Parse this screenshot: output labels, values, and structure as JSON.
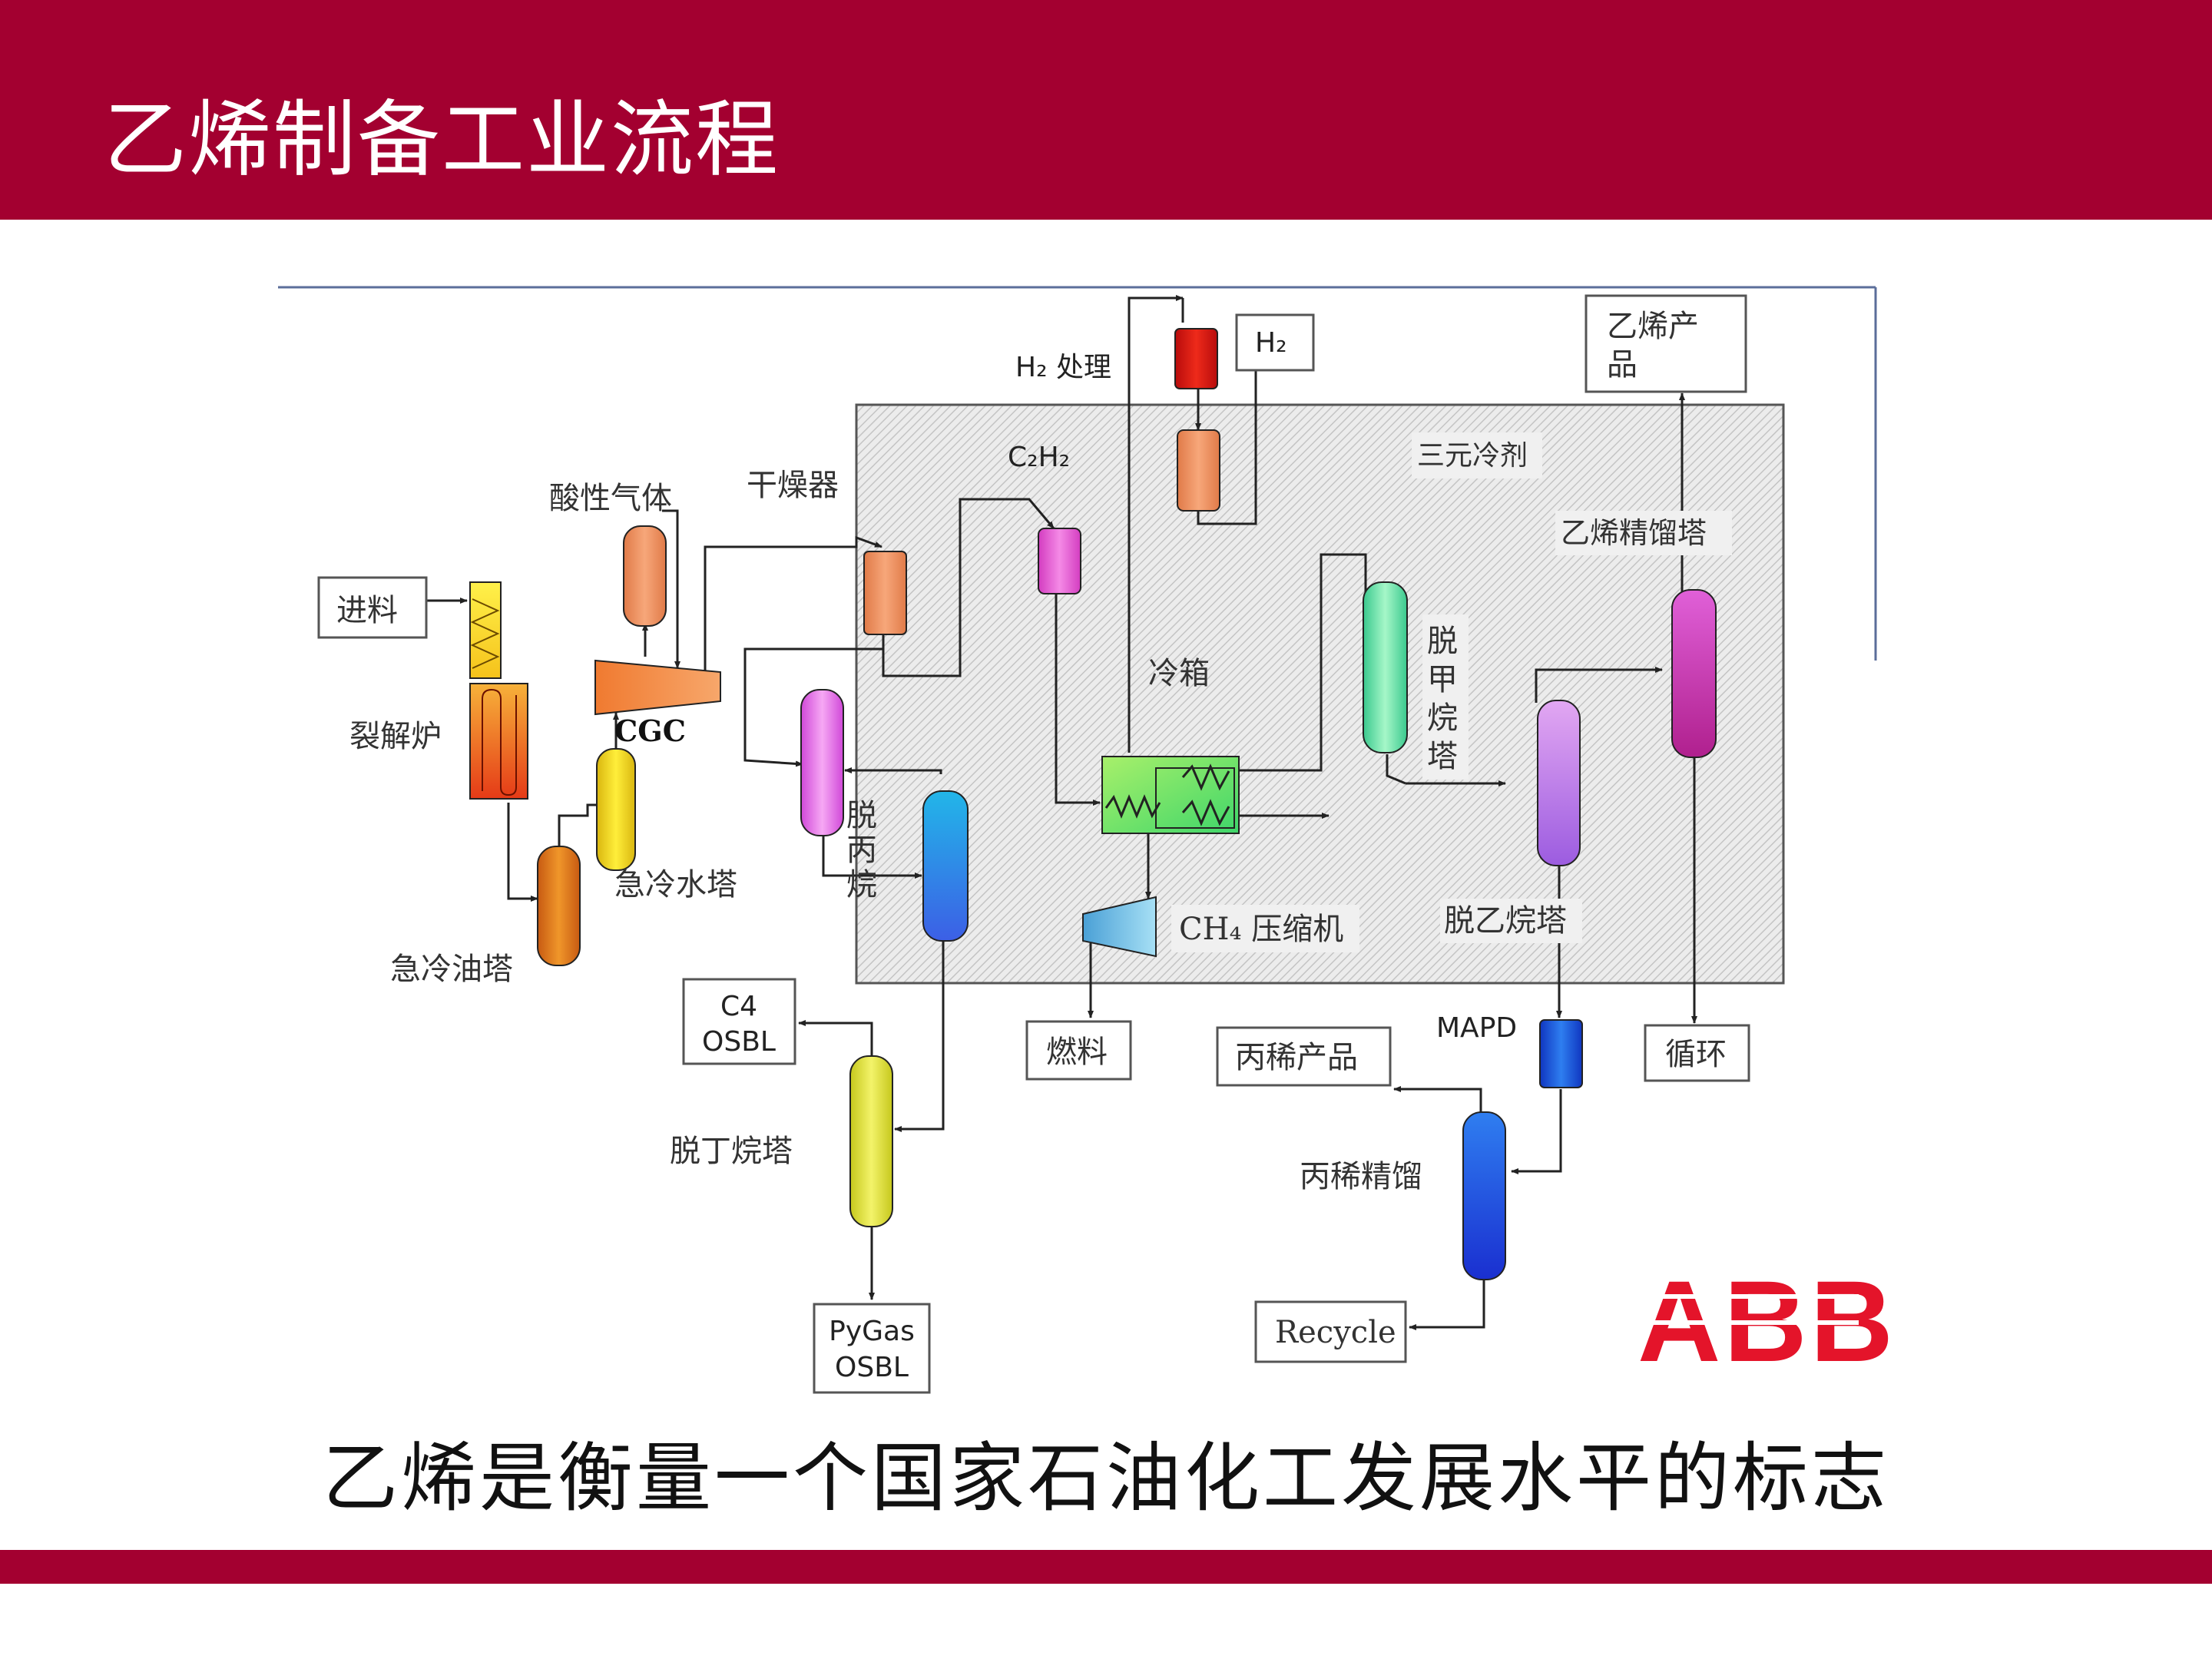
{
  "title": "乙烯制备工业流程",
  "caption": "乙烯是衡量一个国家石油化工发展水平的标志",
  "colors": {
    "brand": "#a30030",
    "coldbox_fill": "#e2e2e2",
    "abb_red": "#e4142a"
  },
  "logo": "ABB",
  "diagram": {
    "feed": "进料",
    "cracking_furnace": "裂解炉",
    "quench_oil_tower": "急冷油塔",
    "quench_water_tower": "急冷水塔",
    "acid_gas": "酸性气体",
    "cgc": "CGC",
    "dryer": "干燥器",
    "depropanizer": [
      "脱",
      "丙",
      "烷"
    ],
    "h2_treatment": "H₂ 处理",
    "h2": "H₂",
    "c2h2": "C₂H₂",
    "cold_box": "冷箱",
    "ternary_refrigerant": "三元冷剂",
    "ethylene_product": [
      "乙烯产",
      "品"
    ],
    "ethylene_fractionator": "乙烯精馏塔",
    "demethanizer": [
      "脱",
      "甲",
      "烷",
      "塔"
    ],
    "deethanizer": "脱乙烷塔",
    "ch4_compressor": "CH₄ 压缩机",
    "fuel": "燃料",
    "mapd": "MAPD",
    "propylene_product": "丙稀产品",
    "recycle_cn": "循环",
    "c4_osbl": [
      "C4",
      "OSBL"
    ],
    "debutanizer": "脱丁烷塔",
    "pygas_osbl": [
      "PyGas",
      "OSBL"
    ],
    "propylene_fractionator": "丙稀精馏",
    "recycle": "Recycle"
  }
}
